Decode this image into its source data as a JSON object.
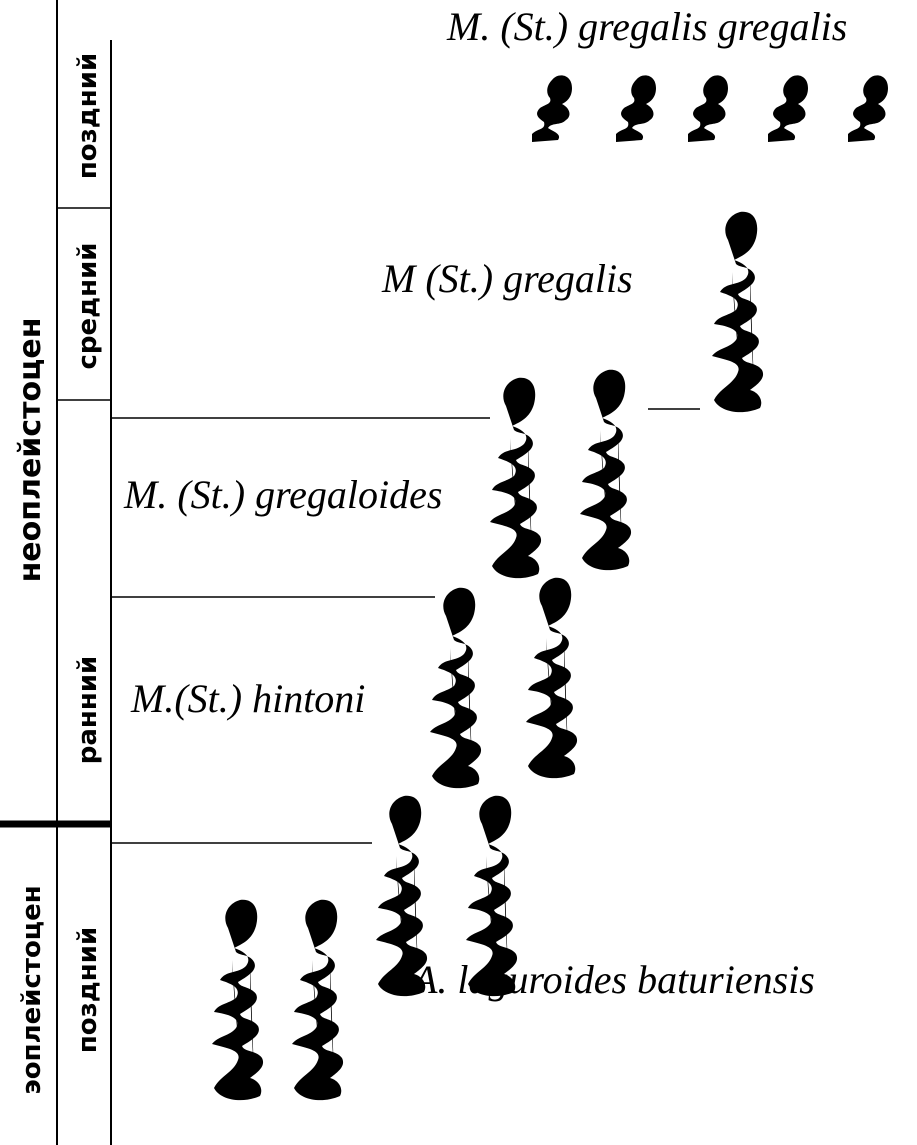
{
  "stratigraphy": {
    "units": [
      {
        "name": "неоплейстоцен",
        "subunits": [
          "ранний",
          "средний",
          "поздний"
        ]
      },
      {
        "name": "эоплейстоцен",
        "subunits": [
          "поздний"
        ]
      }
    ]
  },
  "taxa": [
    {
      "name": "M. (St.) gregalis gregalis"
    },
    {
      "name": "M (St.) gregalis"
    },
    {
      "name": "M. (St.) gregaloides"
    },
    {
      "name": "M.(St.) hintoni"
    },
    {
      "name": "A. laguroides baturiensis"
    }
  ]
}
